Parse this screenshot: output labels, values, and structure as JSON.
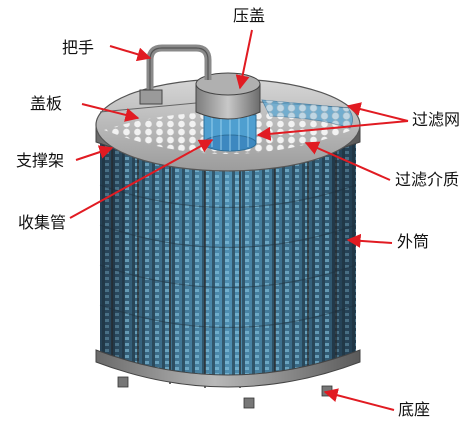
{
  "labels": {
    "press_cover": "压盖",
    "handle": "把手",
    "cover_plate": "盖板",
    "support_frame": "支撑架",
    "collector_pipe": "收集管",
    "filter_mesh": "过滤网",
    "filter_media": "过滤介质",
    "outer_cylinder": "外筒",
    "base": "底座"
  },
  "colors": {
    "arrow": "#e11b22",
    "frame": "#8a8a8a",
    "frame_dark": "#4a4a4a",
    "media": "#6fb6d8",
    "mesh_blue": "#3d88c0"
  }
}
